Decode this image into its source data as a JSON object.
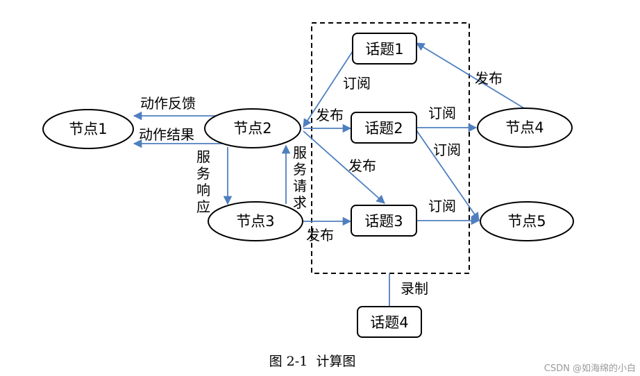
{
  "colors": {
    "edge": "#4f7fbf",
    "stroke": "#000000",
    "watermark": "#9a9a9a"
  },
  "nodes": {
    "n1": "节点1",
    "n2": "节点2",
    "n3": "节点3",
    "n4": "节点4",
    "n5": "节点5"
  },
  "topics": {
    "t1": "话题1",
    "t2": "话题2",
    "t3": "话题3",
    "t4": "话题4"
  },
  "edges": {
    "action_feedback": "动作反馈",
    "action_result": "动作结果",
    "service_response": [
      "服",
      "务",
      "响",
      "应"
    ],
    "service_request": [
      "服",
      "务",
      "请",
      "求"
    ],
    "subscribe_n2_t1": "订阅",
    "publish_n2_t2": "发布",
    "publish_n2_t3": "发布",
    "publish_n3_t3": "发布",
    "publish_n4_t1": "发布",
    "subscribe_t2_n4": "订阅",
    "subscribe_t2_n5": "订阅",
    "subscribe_t3_n5": "订阅",
    "record_t4": "录制"
  },
  "caption": "图 2-1  计算图",
  "watermark": "CSDN @如海绵的小白"
}
